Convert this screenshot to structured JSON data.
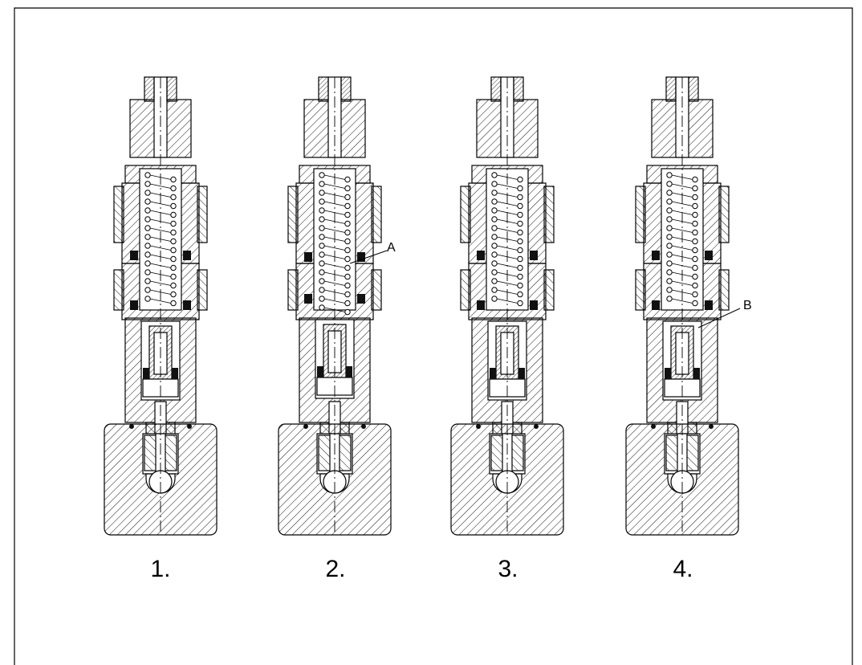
{
  "stages": [
    {
      "label": "1.",
      "callout": ""
    },
    {
      "label": "2.",
      "callout": "A"
    },
    {
      "label": "3.",
      "callout": ""
    },
    {
      "label": "4.",
      "callout": "B"
    }
  ],
  "colors": {
    "line": "#000000",
    "seal": "#111111",
    "background": "#ffffff"
  }
}
